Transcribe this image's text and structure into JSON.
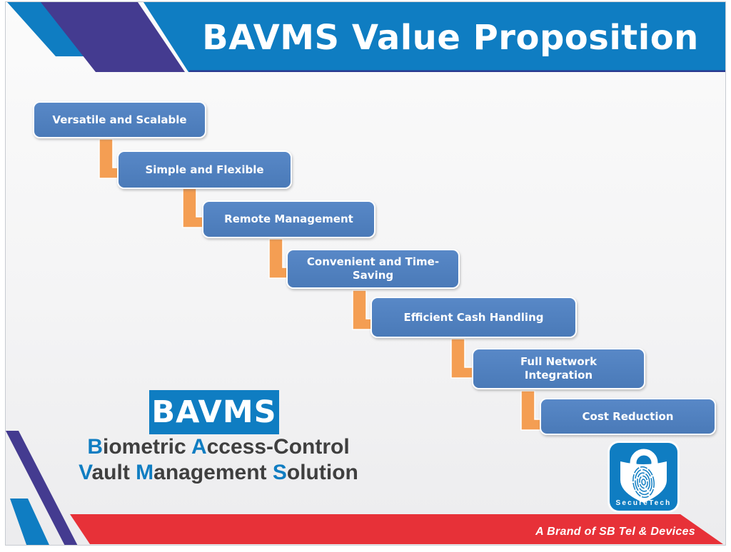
{
  "slide": {
    "title": "BAVMS Value Proposition",
    "steps": [
      {
        "label": "Versatile and Scalable"
      },
      {
        "label": "Simple and Flexible"
      },
      {
        "label": "Remote Management"
      },
      {
        "label": "Convenient and Time-Saving"
      },
      {
        "label": "Efficient Cash Handling"
      },
      {
        "label": "Full Network Integration"
      },
      {
        "label": "Cost Reduction"
      }
    ],
    "brand": {
      "acronym": "BAVMS",
      "tagline_line1": [
        {
          "text": "B",
          "accent": true
        },
        {
          "text": "iometric ",
          "accent": false
        },
        {
          "text": "A",
          "accent": true
        },
        {
          "text": "ccess-Control",
          "accent": false
        }
      ],
      "tagline_line2": [
        {
          "text": "V",
          "accent": true
        },
        {
          "text": "ault ",
          "accent": false
        },
        {
          "text": "M",
          "accent": true
        },
        {
          "text": "anagement ",
          "accent": false
        },
        {
          "text": "S",
          "accent": true
        },
        {
          "text": "olution",
          "accent": false
        }
      ]
    },
    "logo": {
      "label": "SecureTech"
    },
    "footer": {
      "brand_line": "A Brand of SB Tel & Devices"
    },
    "colors": {
      "banner_blue": "#0f7dc2",
      "box_blue": "#4e7fbe",
      "connector_orange": "#f49e53",
      "ribbon_red": "#e73138",
      "deco_purple": "#443b90",
      "navy_underline": "#2b3990",
      "text_dark": "#3f3f3f"
    }
  }
}
